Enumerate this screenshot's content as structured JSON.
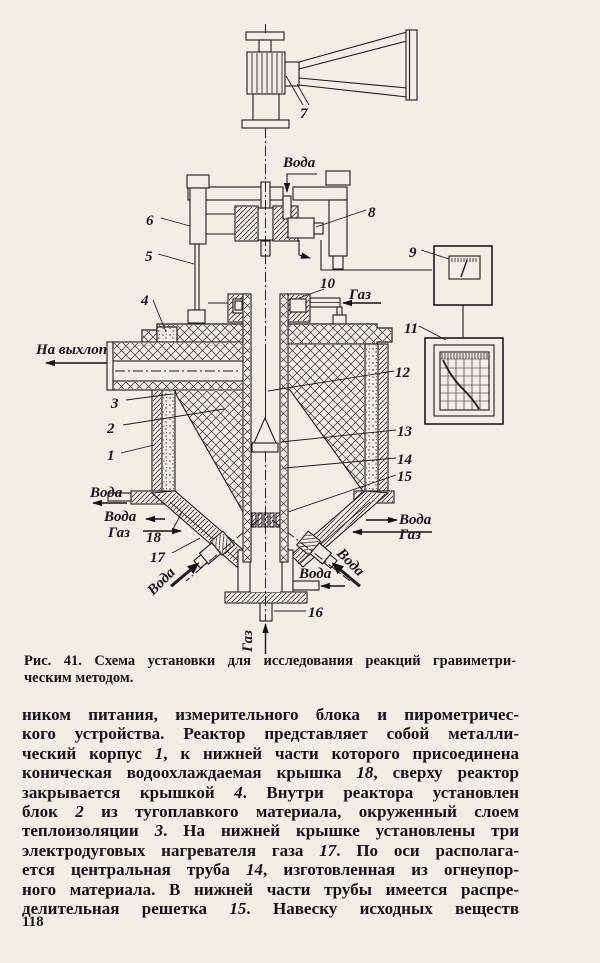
{
  "page": {
    "number": "118",
    "paper_color": "#f1eee7",
    "ink_color": "#1b1b1b"
  },
  "figure": {
    "caption_line1": "Рис. 41. Схема установки для исследования реакций гравиметри-",
    "caption_line2": "ческим методом.",
    "words": {
      "water": "Вода",
      "gas": "Газ",
      "exhaust": "На выхлоп"
    },
    "labels": {
      "p1": "1",
      "p2": "2",
      "p3": "3",
      "p4": "4",
      "p5": "5",
      "p6": "6",
      "p7": "7",
      "p8": "8",
      "p9": "9",
      "p10": "10",
      "p11": "11",
      "p12": "12",
      "p13": "13",
      "p14": "14",
      "p15": "15",
      "p16": "16",
      "p17": "17",
      "p18": "18"
    }
  },
  "body": {
    "lines": [
      [
        [
          "ником питания, измерительного блока и пирометричес-",
          0
        ]
      ],
      [
        [
          "кого устройства. Реактор представляет собой металли-",
          0
        ]
      ],
      [
        [
          "ческий корпус ",
          0
        ],
        [
          "1",
          1
        ],
        [
          ", к нижней части которого присоединена",
          0
        ]
      ],
      [
        [
          "коническая водоохлаждаемая крышка ",
          0
        ],
        [
          "18",
          1
        ],
        [
          ", сверху реактор",
          0
        ]
      ],
      [
        [
          "закрывается крышкой ",
          0
        ],
        [
          "4",
          1
        ],
        [
          ". Внутри реактора установлен",
          0
        ]
      ],
      [
        [
          "блок ",
          0
        ],
        [
          "2",
          1
        ],
        [
          " из тугоплавкого материала, окруженный слоем",
          0
        ]
      ],
      [
        [
          "теплоизоляции ",
          0
        ],
        [
          "3",
          1
        ],
        [
          ". На нижней крышке установлены три",
          0
        ]
      ],
      [
        [
          "электродуговых нагревателя газа ",
          0
        ],
        [
          "17",
          1
        ],
        [
          ". По оси располага-",
          0
        ]
      ],
      [
        [
          "ется центральная труба ",
          0
        ],
        [
          "14",
          1
        ],
        [
          ", изготовленная из огнеупор-",
          0
        ]
      ],
      [
        [
          "ного материала. В нижней части трубы имеется распре-",
          0
        ]
      ],
      [
        [
          "делительная решетка ",
          0
        ],
        [
          "15",
          1
        ],
        [
          ". Навеску исходных веществ",
          0
        ]
      ]
    ]
  }
}
